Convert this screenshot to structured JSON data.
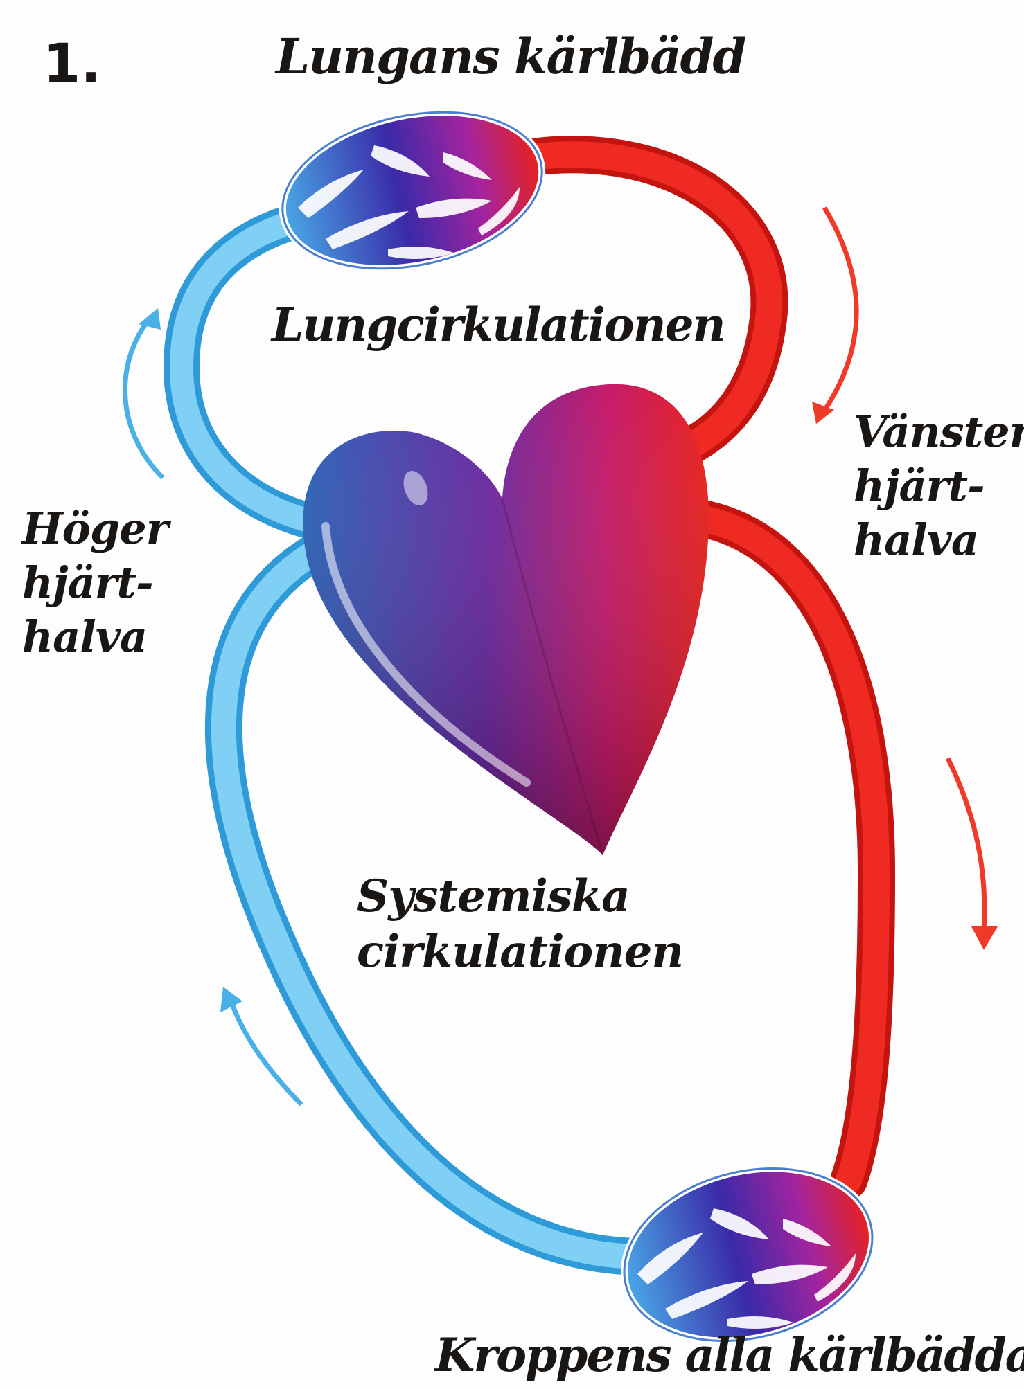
{
  "figure_number": "1.",
  "labels": {
    "top": "Lungans kärlbädd",
    "pulmonary_circuit": "Lungcirkulationen",
    "right_half": "Höger\nhjärt-\nhalva",
    "left_half": "Vänster\nhjärt-\nhalva",
    "systemic_circuit": "Systemiska\ncirkulationen",
    "bottom": "Kroppens alla kärlbäddar"
  },
  "colors": {
    "oxygenated": "#e8221c",
    "deoxygenated": "#5fc0ec",
    "heart_left": "#3a56b8",
    "heart_mid": "#7a2a9a",
    "heart_right": "#e01e2a",
    "text": "#1a1614"
  },
  "icons": [
    "heart-icon",
    "capillary-bed-icon",
    "flow-arrow-icon"
  ]
}
